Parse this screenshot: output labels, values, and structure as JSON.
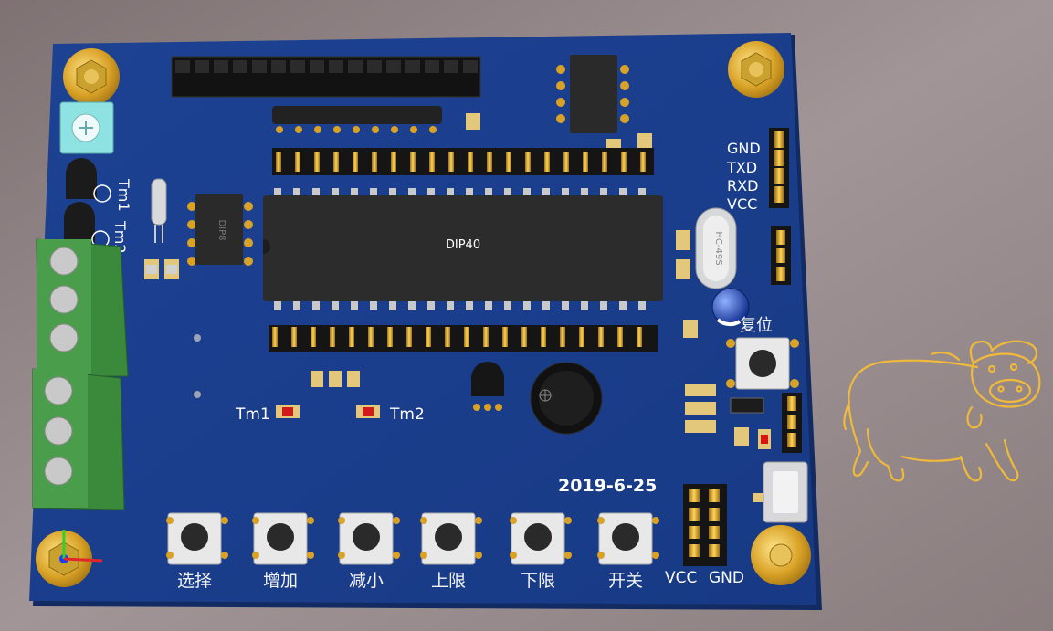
{
  "board": {
    "date": "2019-6-25",
    "mcu_label": "DIP40",
    "small_ic_label": "DIP8",
    "crystal_label": "HC-49S",
    "reset_label": "复位",
    "sensor_labels": [
      "Tm1",
      "Tm2"
    ],
    "led_labels": [
      "Tm1",
      "Tm2"
    ],
    "uart_pins": [
      "GND",
      "TXD",
      "RXD",
      "VCC"
    ],
    "power_labels": [
      "VCC",
      "GND"
    ],
    "buttons": [
      "选择",
      "增加",
      "减小",
      "上限",
      "下限",
      "开关"
    ]
  },
  "colors": {
    "pcb": "#1b3e8c",
    "background": "#8f8384",
    "terminal": "#3b8a3c",
    "gold": "#d9a227",
    "mascot": "#f0b93a"
  }
}
